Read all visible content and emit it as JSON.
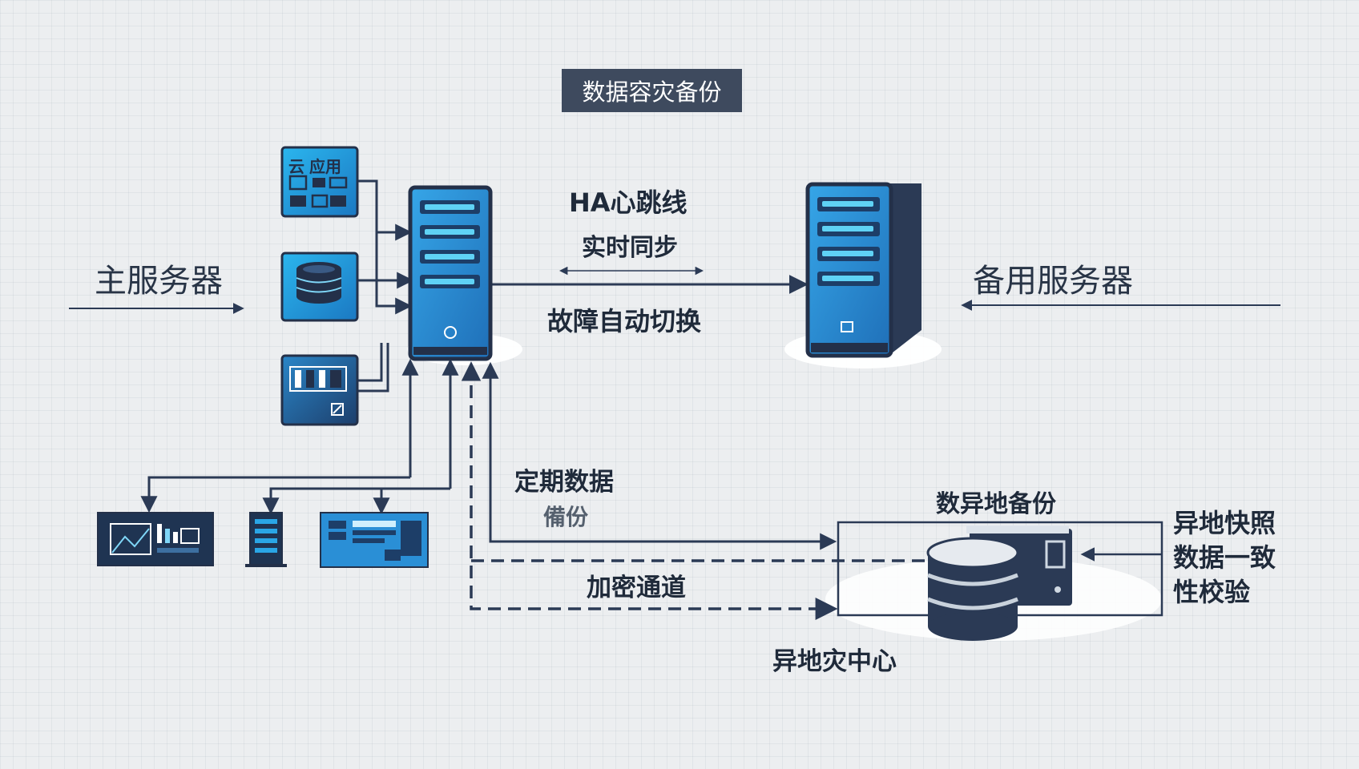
{
  "diagram": {
    "title": "数据容灾备份",
    "primary_label": "主服务器",
    "standby_label": "备用服务器",
    "link_labels": {
      "ha": "HA心跳线",
      "sync": "实时同步",
      "failover": "故障自动切换"
    },
    "backup_labels": {
      "periodic_1": "定期数据",
      "periodic_2": "備份",
      "channel": "加密通道"
    },
    "dr_site": {
      "header": "数异地备份",
      "center": "异地灾中心",
      "checks": [
        "异地快照",
        "数据一致",
        "性校验"
      ]
    },
    "icons": {
      "app": "应用",
      "app_prefix": "云"
    },
    "colors": {
      "server_blue": "#2a8fd6",
      "server_dark": "#2b3a55",
      "line": "#2b3a55",
      "title_bg": "#3e4a5e"
    }
  }
}
